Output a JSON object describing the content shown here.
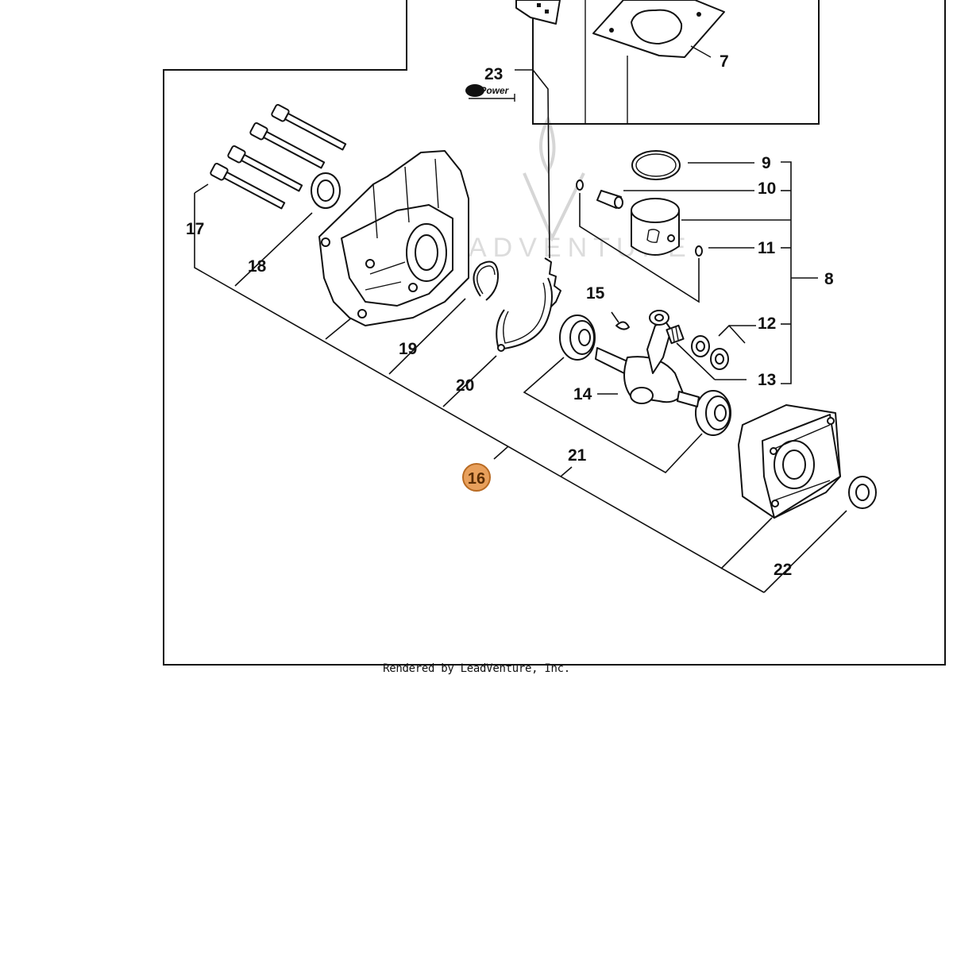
{
  "diagram": {
    "callouts": {
      "c7": "7",
      "c8": "8",
      "c9": "9",
      "c10": "10",
      "c11": "11",
      "c12": "12",
      "c13": "13",
      "c14": "14",
      "c15": "15",
      "c16": "16",
      "c17": "17",
      "c18": "18",
      "c19": "19",
      "c20": "20",
      "c21": "21",
      "c22": "22",
      "c23": "23"
    },
    "highlighted_callout": "16",
    "highlight_color": "#e8a05c",
    "highlight_border_color": "#b86a22",
    "repower_logo_text": "RePower",
    "watermark_text": "ADVENTURE"
  },
  "footer": {
    "credit": "Rendered by LeadVenture, Inc."
  }
}
